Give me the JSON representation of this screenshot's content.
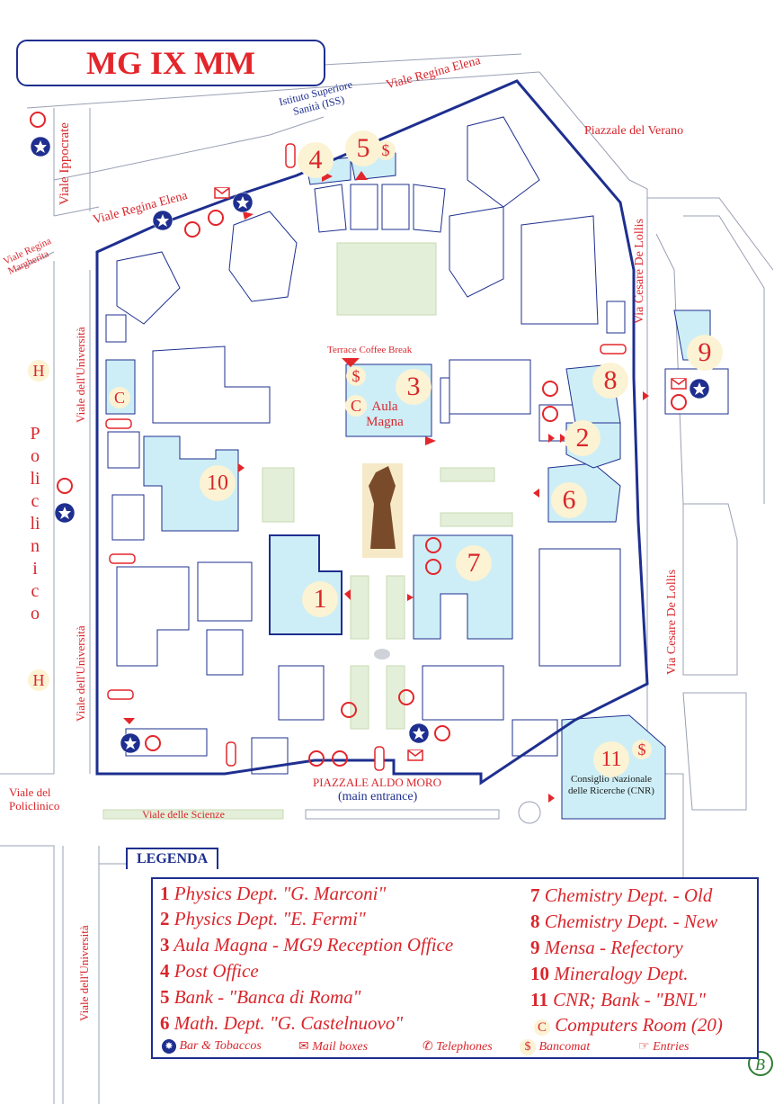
{
  "title": "MG IX MM",
  "streets": {
    "regina_elena_top": "Viale Regina Elena",
    "regina_elena_left": "Viale Regina Elena",
    "ippocrate": "Viale Ippocrate",
    "regina_margherita": "Viale Regina Margherita",
    "universita_1": "Viale dell'Università",
    "universita_2": "Viale dell'Università",
    "universita_3": "Viale dell'Università",
    "policlinico_vert": "Policlinico",
    "viale_policlinico": "Viale del Policlinico",
    "scienze": "Viale delle Scienze",
    "de_lollis_1": "Via Cesare De Lollis",
    "de_lollis_2": "Via Cesare De Lollis",
    "verano": "Piazzale del Verano",
    "iss": "Istituto Superiore Sanità (ISS)"
  },
  "places": {
    "terrace": "Terrace Coffee Break",
    "aula_magna": "Aula Magna",
    "piazzale": "PIAZZALE ALDO MORO",
    "main_entrance": "(main entrance)",
    "cnr": "Consiglio Nazionale delle Ricerche (CNR)"
  },
  "markers": [
    "1",
    "2",
    "3",
    "4",
    "5",
    "6",
    "7",
    "8",
    "9",
    "10",
    "11"
  ],
  "symbols": {
    "hospital": "H",
    "computers": "C",
    "bancomat": "$"
  },
  "legend": {
    "tab": "LEGENDA",
    "items": [
      {
        "num": "1",
        "text": "Physics Dept. \"G. Marconi\""
      },
      {
        "num": "2",
        "text": "Physics Dept. \"E. Fermi\""
      },
      {
        "num": "3",
        "text": "Aula Magna - MG9 Reception Office"
      },
      {
        "num": "4",
        "text": "Post Office"
      },
      {
        "num": "5",
        "text": "Bank - \"Banca di Roma\""
      },
      {
        "num": "6",
        "text": "Math. Dept. \"G. Castelnuovo\""
      },
      {
        "num": "7",
        "text": "Chemistry Dept. - Old"
      },
      {
        "num": "8",
        "text": "Chemistry Dept. - New"
      },
      {
        "num": "9",
        "text": "Mensa - Refectory"
      },
      {
        "num": "10",
        "text": "Mineralogy Dept."
      },
      {
        "num": "11",
        "text": "CNR; Bank - \"BNL\""
      },
      {
        "num": "C",
        "text": "Computers Room (20)"
      }
    ],
    "keys": {
      "bar": "Bar & Tobaccos",
      "mail": "Mail boxes",
      "phone": "Telephones",
      "bancomat": "Bancomat",
      "entries": "Entries"
    }
  },
  "colors": {
    "boundary": "#1e2f8f",
    "building_fill": "#cdeef6",
    "label_red": "#d9262c",
    "grass": "#cfe3bd",
    "street_line": "#9aa0b4"
  },
  "icons": [
    "star-icon",
    "mailbox-icon",
    "telephone-icon",
    "bancomat-icon",
    "entry-hand-icon",
    "statue-icon",
    "logo-b-icon"
  ]
}
